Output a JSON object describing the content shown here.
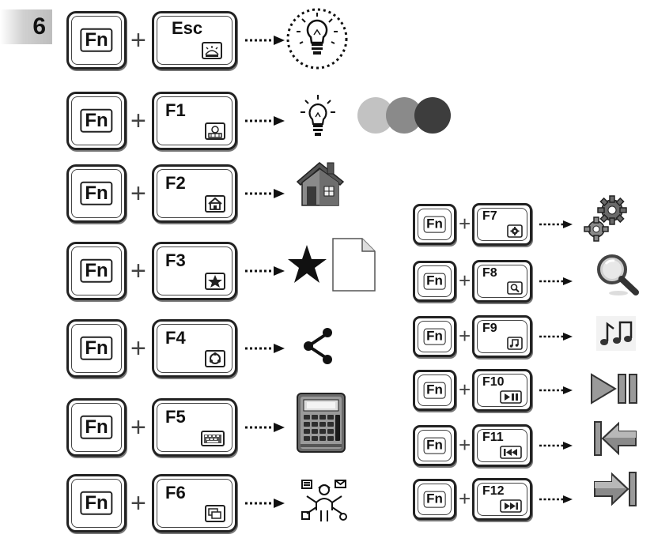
{
  "page": {
    "number": "6"
  },
  "fn_key_label": "Fn",
  "plus_symbol": "+",
  "left_rows": [
    {
      "key": "Esc",
      "icon": "keyboard-backlight-icon",
      "result": "lightbulb-dotted-circle-icon"
    },
    {
      "key": "F1",
      "icon": "backlight-color-icon",
      "result": "lightbulb-color-cycle-icon"
    },
    {
      "key": "F2",
      "icon": "home-icon",
      "result": "house-icon"
    },
    {
      "key": "F3",
      "icon": "star-icon",
      "result": "star-document-icon"
    },
    {
      "key": "F4",
      "icon": "share-icon",
      "result": "share-icon"
    },
    {
      "key": "F5",
      "icon": "keyboard-icon",
      "result": "calculator-icon"
    },
    {
      "key": "F6",
      "icon": "window-icon",
      "result": "multitask-person-icon"
    }
  ],
  "right_rows": [
    {
      "key": "F7",
      "icon": "gear-icon",
      "result": "gears-icon"
    },
    {
      "key": "F8",
      "icon": "search-icon",
      "result": "magnifier-icon"
    },
    {
      "key": "F9",
      "icon": "music-note-icon",
      "result": "music-notes-icon"
    },
    {
      "key": "F10",
      "icon": "play-pause-icon",
      "result": "play-pause-icon"
    },
    {
      "key": "F11",
      "icon": "previous-track-icon",
      "result": "previous-track-arrow-icon"
    },
    {
      "key": "F12",
      "icon": "next-track-icon",
      "result": "next-track-arrow-icon"
    }
  ],
  "colors": {
    "swatch_light": "#c2c2c2",
    "swatch_mid": "#8a8a8a",
    "swatch_dark": "#3d3d3d"
  }
}
